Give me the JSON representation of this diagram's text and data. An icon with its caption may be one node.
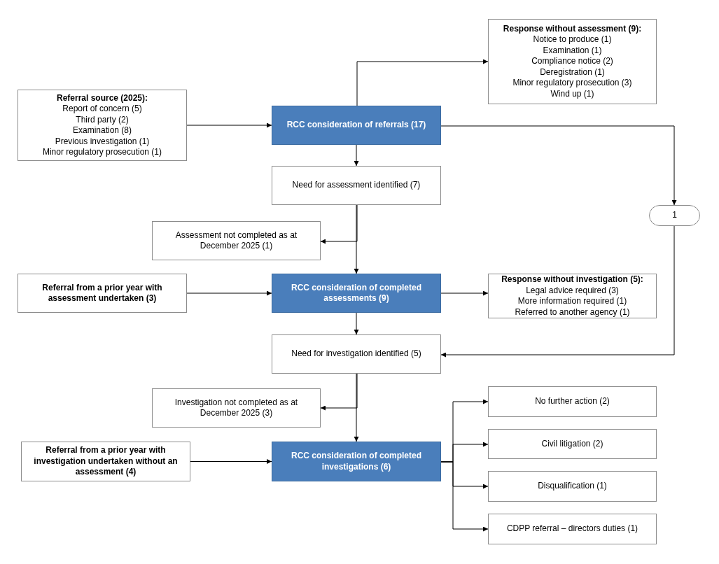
{
  "diagram": {
    "nodes": [
      {
        "text": [
          "Referral source (2025):",
          "Report of concern (5)",
          "Third party (2)",
          "Examination (8)",
          "Previous investigation (1)",
          "Minor regulatory prosecution (1)"
        ]
      },
      {
        "text": [
          "RCC consideration of referrals (17)"
        ]
      },
      {
        "text": [
          "Response without assessment (9):",
          "Notice to produce (1)",
          "Examination (1)",
          "Compliance notice (2)",
          "Deregistration (1)",
          "Minor regulatory prosecution (3)",
          "Wind up (1)"
        ]
      },
      {
        "text": [
          "Need for assessment identified (7)"
        ]
      },
      {
        "text": [
          "1"
        ]
      },
      {
        "text": [
          "Assessment not completed as at December 2025 (1)"
        ]
      },
      {
        "text": [
          "Referral from a prior year with assessment undertaken (3)"
        ]
      },
      {
        "text": [
          "RCC consideration of completed assessments (9)"
        ]
      },
      {
        "text": [
          "Response without investigation (5):",
          "Legal advice required (3)",
          "More information required (1)",
          "Referred to another agency (1)"
        ]
      },
      {
        "text": [
          "Need for investigation identified (5)"
        ]
      },
      {
        "text": [
          "Investigation not completed as at December 2025 (3)"
        ]
      },
      {
        "text": [
          "Referral from a prior year with investigation undertaken without an assessment (4)"
        ]
      },
      {
        "text": [
          "RCC consideration of completed investigations (6)"
        ]
      },
      {
        "text": [
          "No further action (2)"
        ]
      },
      {
        "text": [
          "Civil litigation (2)"
        ]
      },
      {
        "text": [
          "Disqualification (1)"
        ]
      },
      {
        "text": [
          "CDPP referral – directors duties (1)"
        ]
      }
    ],
    "edges": [
      {
        "from": 0,
        "to": 1,
        "arrow": "to"
      },
      {
        "from": 1,
        "to": 2,
        "arrow": "to"
      },
      {
        "from": 1,
        "to": 3,
        "arrow": "to"
      },
      {
        "from": 1,
        "to": 4,
        "arrow": "to"
      },
      {
        "from": 3,
        "to": 5,
        "arrow": "to"
      },
      {
        "from": 3,
        "to": 7,
        "arrow": "to"
      },
      {
        "from": 6,
        "to": 7,
        "arrow": "to"
      },
      {
        "from": 7,
        "to": 8,
        "arrow": "to"
      },
      {
        "from": 7,
        "to": 9,
        "arrow": "to"
      },
      {
        "from": 4,
        "to": 9,
        "arrow": "to"
      },
      {
        "from": 9,
        "to": 10,
        "arrow": "to"
      },
      {
        "from": 9,
        "to": 12,
        "arrow": "to"
      },
      {
        "from": 11,
        "to": 12,
        "arrow": "to"
      },
      {
        "from": 12,
        "to": 13,
        "arrow": "to"
      },
      {
        "from": 12,
        "to": 14,
        "arrow": "to"
      },
      {
        "from": 12,
        "to": 15,
        "arrow": "to"
      },
      {
        "from": 12,
        "to": 16,
        "arrow": "to"
      }
    ]
  }
}
